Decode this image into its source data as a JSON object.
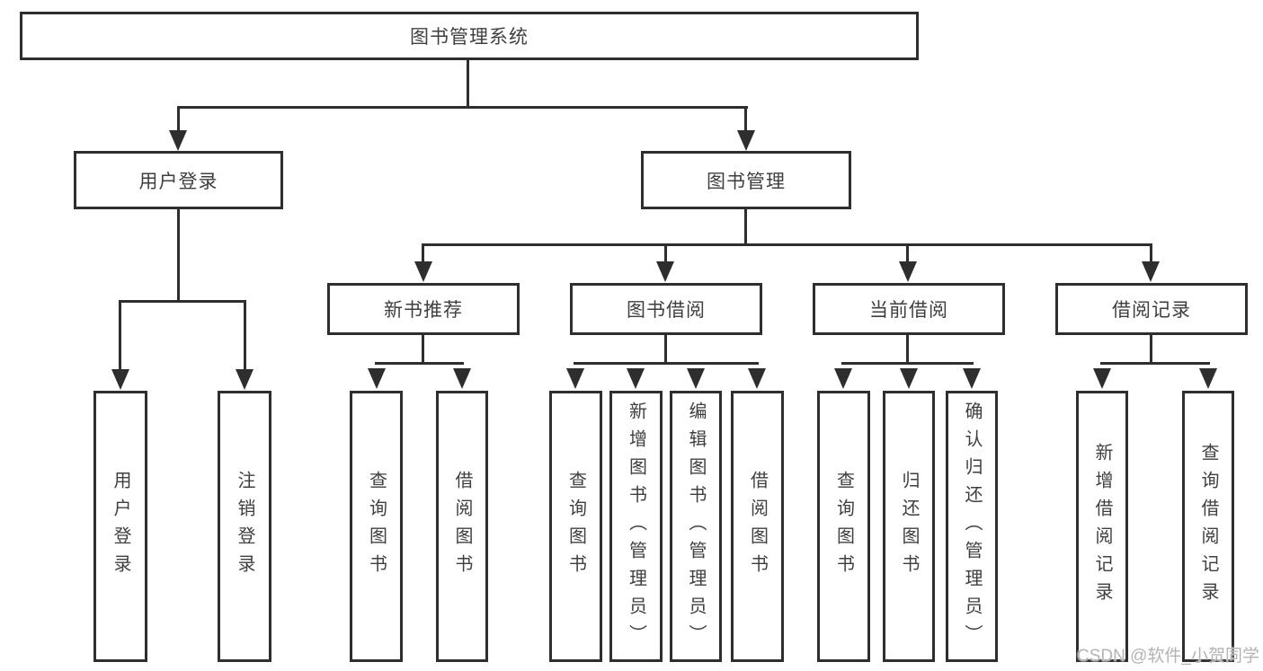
{
  "tree": {
    "label": "图书管理系统",
    "children": [
      {
        "label": "用户登录",
        "children": [
          {
            "label": "用户登录"
          },
          {
            "label": "注销登录"
          }
        ]
      },
      {
        "label": "图书管理",
        "children": [
          {
            "label": "新书推荐",
            "children": [
              {
                "label": "查询图书"
              },
              {
                "label": "借阅图书"
              }
            ]
          },
          {
            "label": "图书借阅",
            "children": [
              {
                "label": "查询图书"
              },
              {
                "label": "新增图书（管理员）"
              },
              {
                "label": "编辑图书（管理员）"
              },
              {
                "label": "借阅图书"
              }
            ]
          },
          {
            "label": "当前借阅",
            "children": [
              {
                "label": "查询图书"
              },
              {
                "label": "归还图书"
              },
              {
                "label": "确认归还（管理员）"
              }
            ]
          },
          {
            "label": "借阅记录",
            "children": [
              {
                "label": "新增借阅记录"
              },
              {
                "label": "查询借阅记录"
              }
            ]
          }
        ]
      }
    ]
  },
  "watermark": "CSDN @软件_小贺同学",
  "colors": {
    "line": "#2e2e2e",
    "text": "#3f3f3f",
    "background": "#ffffff",
    "watermark": "#b3b3b3"
  }
}
